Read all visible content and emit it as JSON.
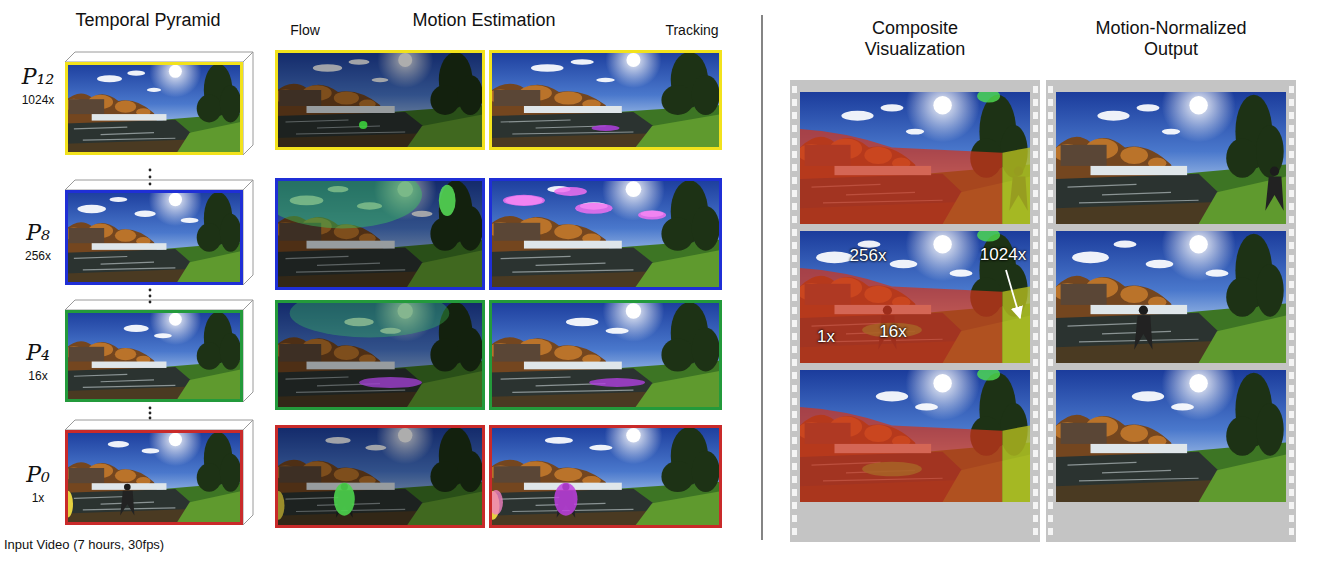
{
  "diagram": {
    "labels": [
      "Temporal Pyramid",
      "Flow",
      "Motion Estimation",
      "Tracking",
      "Composite Visualization",
      "Motion-Normalized Output",
      "P₁₂",
      "1024x",
      "P₈",
      "256x",
      "P₄",
      "16x",
      "P₀",
      "1x",
      "Input Video (7 hours, 30fps)",
      "256x",
      "1024x",
      "1x",
      "16x"
    ]
  }
}
